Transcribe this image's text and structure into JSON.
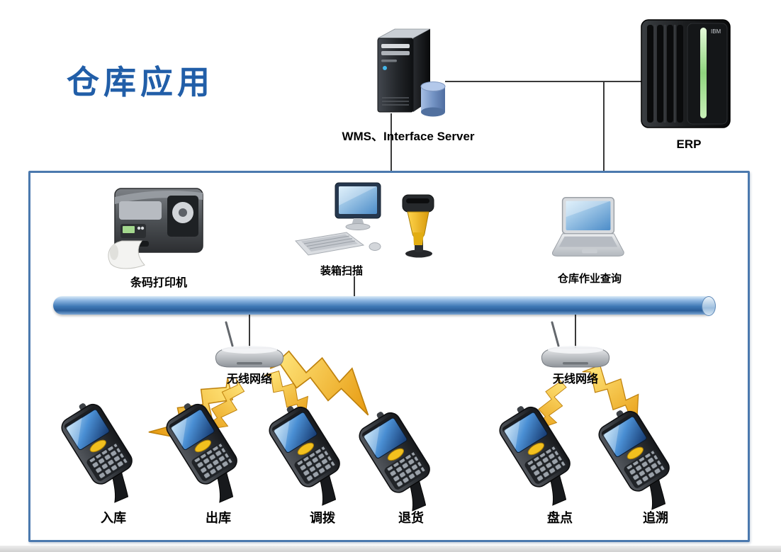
{
  "page": {
    "title": "仓库应用"
  },
  "servers": {
    "wms": {
      "label": "WMS、Interface Server"
    },
    "erp": {
      "label": "ERP",
      "brand": "IBM"
    }
  },
  "workstations": [
    {
      "id": "barcode-printer",
      "label": "条码打印机"
    },
    {
      "id": "packing-scan",
      "label": "装箱扫描"
    },
    {
      "id": "warehouse-job-query",
      "label": "仓库作业查询"
    }
  ],
  "wireless_networks": [
    {
      "id": "wireless-left",
      "label": "无线网络"
    },
    {
      "id": "wireless-right",
      "label": "无线网络"
    }
  ],
  "handhelds": [
    {
      "label": "入库"
    },
    {
      "label": "出库"
    },
    {
      "label": "调拨"
    },
    {
      "label": "退货"
    },
    {
      "label": "盘点"
    },
    {
      "label": "追溯"
    }
  ],
  "colors": {
    "title": "#215EA8",
    "boundary_border": "#4B79AE",
    "pipe": "#3F79B6",
    "lightning": "#F2B01E",
    "erp_led": "#8FD47E",
    "screen_blue": "#4A8FD4"
  }
}
